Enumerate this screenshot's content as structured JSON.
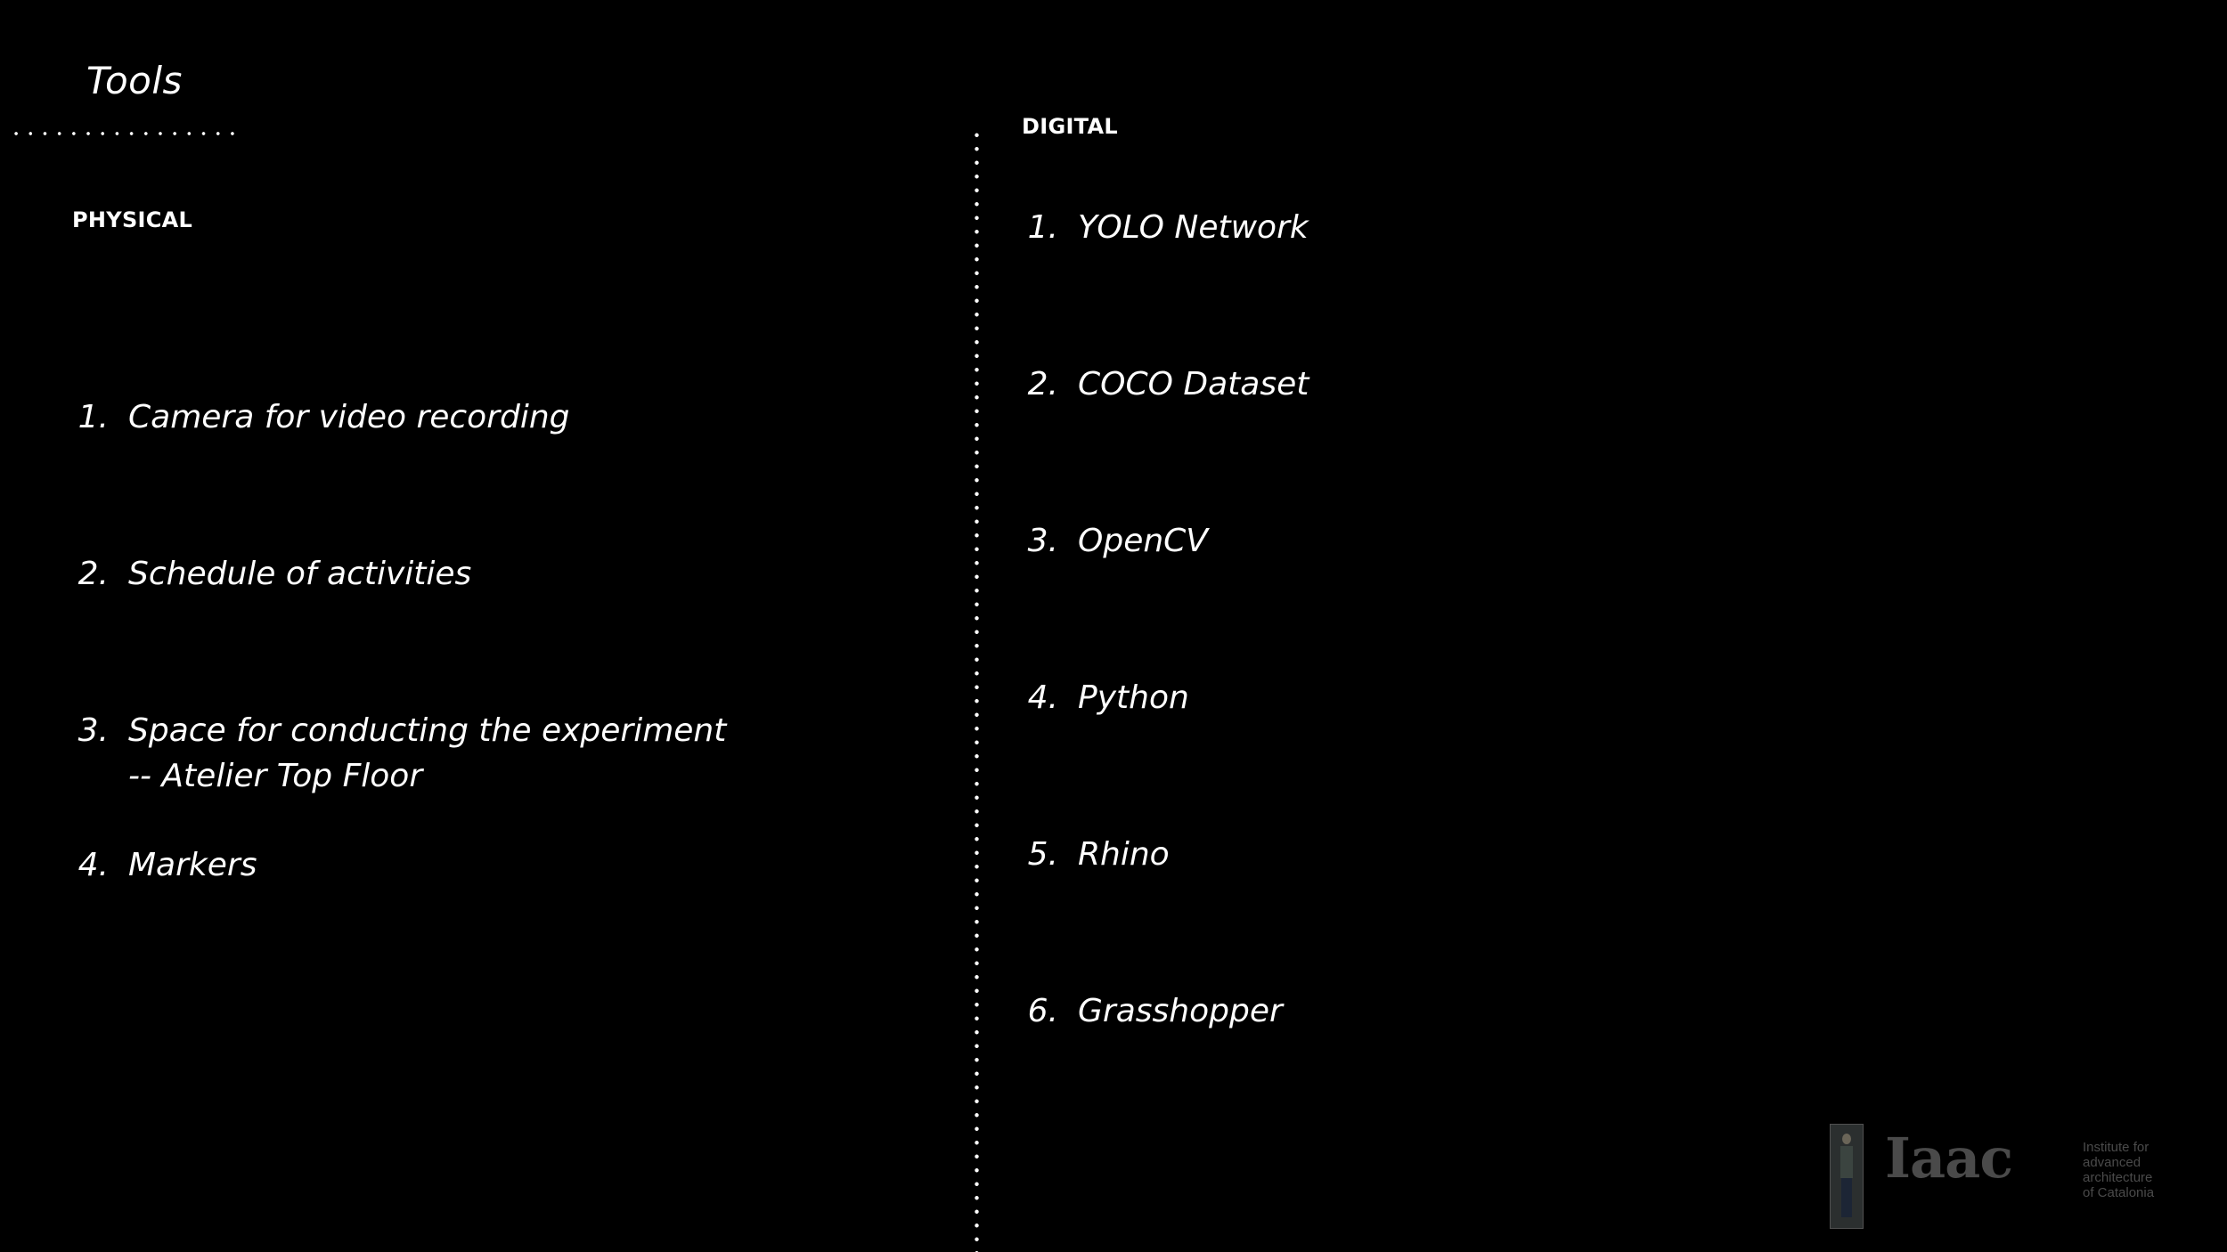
{
  "slide": {
    "title": "Tools",
    "background": "#000000",
    "text_color": "#ffffff"
  },
  "physical": {
    "label": "PHYSICAL",
    "items": [
      {
        "number": "1.",
        "lines": [
          "Camera for video recording"
        ]
      },
      {
        "number": "2.",
        "lines": [
          "Schedule of activities"
        ]
      },
      {
        "number": "3.",
        "lines": [
          "Space for conducting the experiment",
          "-- Atelier Top Floor"
        ]
      },
      {
        "number": "4.",
        "lines": [
          "Markers"
        ]
      }
    ]
  },
  "digital": {
    "label": "DIGITAL",
    "items": [
      {
        "number": "1.",
        "text": "YOLO Network"
      },
      {
        "number": "2.",
        "text": "COCO Dataset"
      },
      {
        "number": "3.",
        "text": "OpenCV"
      },
      {
        "number": "4.",
        "text": "Python"
      },
      {
        "number": "5.",
        "text": "Rhino"
      },
      {
        "number": "6.",
        "text": "Grasshopper"
      }
    ]
  },
  "logo": {
    "letters": "Iaac",
    "caption": [
      "Institute for",
      "advanced",
      "architecture",
      "of Catalonia"
    ],
    "color": "#4a4a4a"
  }
}
